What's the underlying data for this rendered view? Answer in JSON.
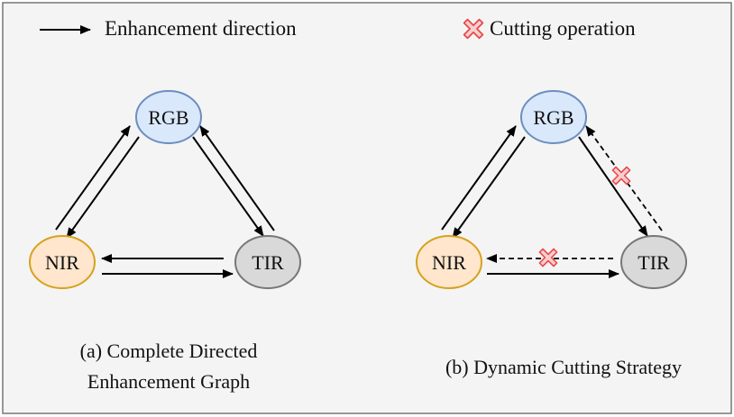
{
  "legend": {
    "enhancement_label": "Enhancement direction",
    "cutting_label": "Cutting operation",
    "enhancement_icon": "arrow-right-icon",
    "cutting_icon": "red-cross-icon"
  },
  "colors": {
    "background": "#f4f4f4",
    "border": "#777777",
    "rgb_fill": "#dae8fc",
    "rgb_stroke": "#6c8ebf",
    "nir_fill": "#ffe6cc",
    "nir_stroke": "#d6a21e",
    "tir_fill": "#d9d9d9",
    "tir_stroke": "#777777",
    "cross_fill": "#f8cecc",
    "cross_stroke": "#e8454a",
    "arrow": "#000000"
  },
  "panel_a": {
    "nodes": {
      "rgb": "RGB",
      "nir": "NIR",
      "tir": "TIR"
    },
    "caption_line1": "(a) Complete Directed",
    "caption_line2": "Enhancement Graph"
  },
  "panel_b": {
    "nodes": {
      "rgb": "RGB",
      "nir": "NIR",
      "tir": "TIR"
    },
    "caption": "(b) Dynamic Cutting Strategy"
  }
}
